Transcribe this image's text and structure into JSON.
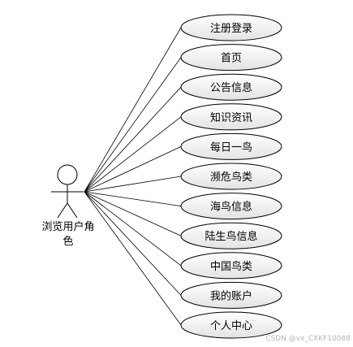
{
  "diagram": {
    "actor": {
      "label_line1": "浏览用户角",
      "label_line2": "色"
    },
    "use_cases": [
      {
        "label": "注册登录"
      },
      {
        "label": "首页"
      },
      {
        "label": "公告信息"
      },
      {
        "label": "知识资讯"
      },
      {
        "label": "每日一鸟"
      },
      {
        "label": "濒危鸟类"
      },
      {
        "label": "海鸟信息"
      },
      {
        "label": "陆生鸟信息"
      },
      {
        "label": "中国鸟类"
      },
      {
        "label": "我的账户"
      },
      {
        "label": "个人中心"
      }
    ],
    "colors": {
      "ellipse_fill_top": "#ffffff",
      "ellipse_fill_bottom": "#e3e3e3",
      "stroke": "#000000"
    }
  },
  "watermark": {
    "text": "CSDN @vx_CXKF10088"
  }
}
